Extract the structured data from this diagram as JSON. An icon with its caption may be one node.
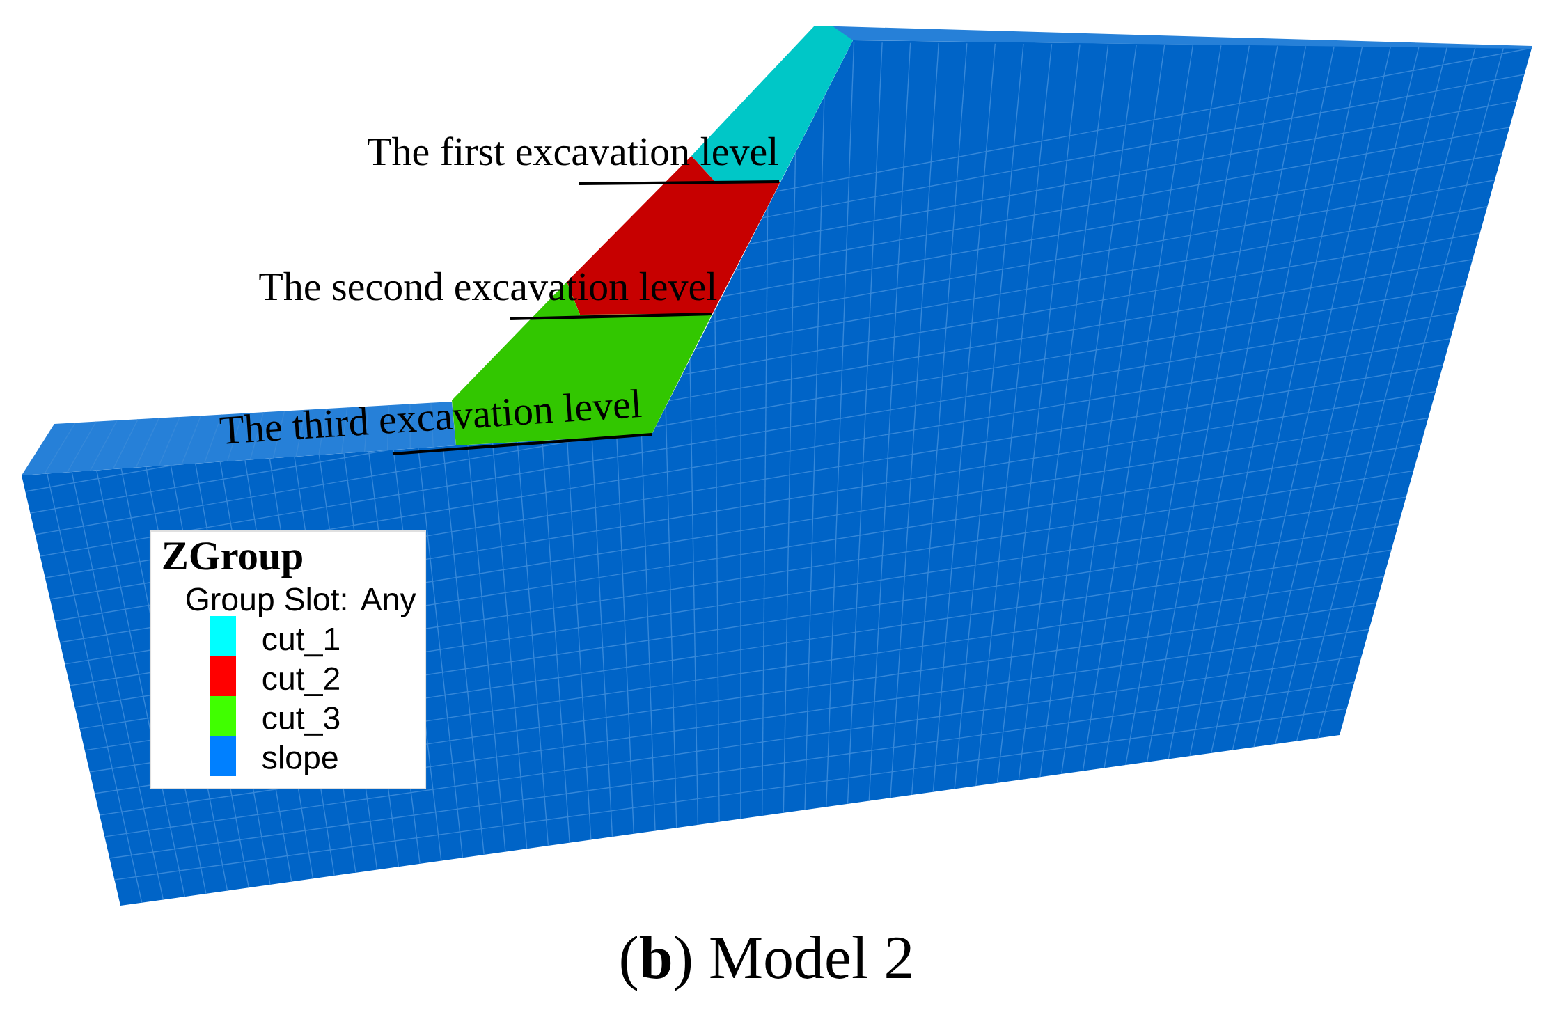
{
  "diagram": {
    "caption": "(**b**) Model 2",
    "labels": [
      "The first excavation level",
      "The second excavation level",
      "The third excavation level",
      "ZGroup",
      "Group Slot: Any"
    ],
    "legend": [
      {
        "text": "cut_1",
        "color": "#00ffff"
      },
      {
        "text": "cut_2",
        "color": "#ff0000"
      },
      {
        "text": "cut_3",
        "color": "#40ff00"
      },
      {
        "text": "slope",
        "color": "#0080ff"
      }
    ]
  }
}
